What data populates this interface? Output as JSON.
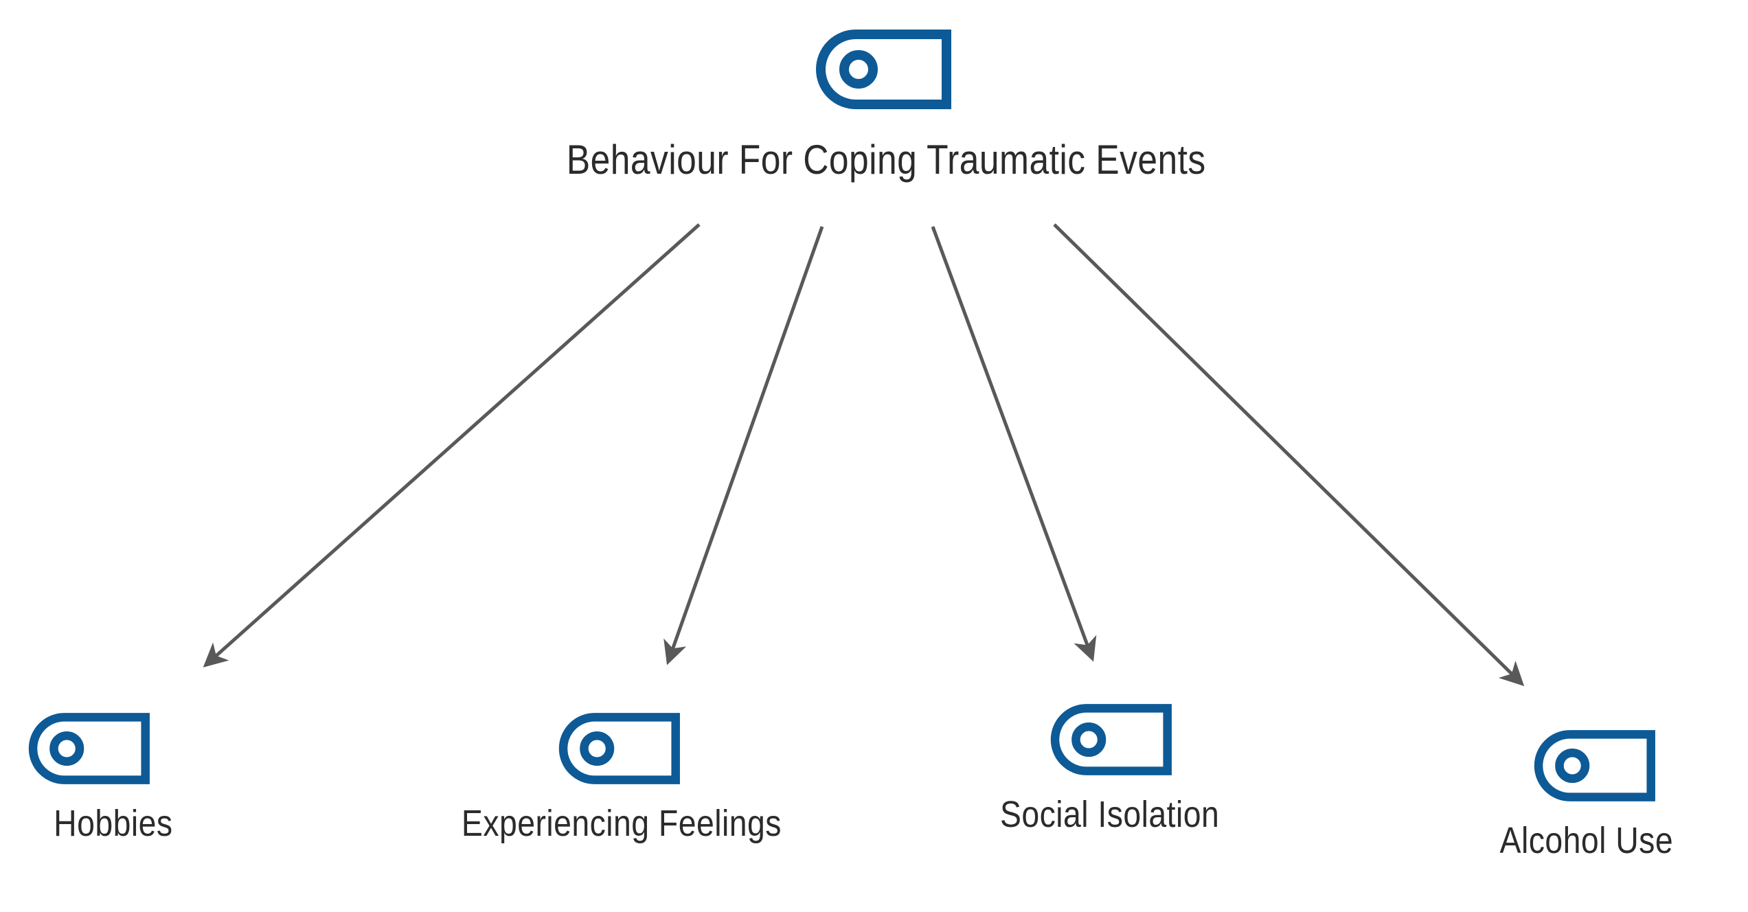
{
  "diagram": {
    "type": "hierarchy-tree",
    "background_color": "#ffffff",
    "accent_color": "#0d5a96",
    "text_color": "#2b2b2b",
    "edge_color": "#595959",
    "root": {
      "label": "Behaviour For Coping Traumatic Events",
      "icon": "tag-icon"
    },
    "children": [
      {
        "label": "Hobbies",
        "icon": "tag-icon"
      },
      {
        "label": "Experiencing Feelings",
        "icon": "tag-icon"
      },
      {
        "label": "Social Isolation",
        "icon": "tag-icon"
      },
      {
        "label": "Alcohol Use",
        "icon": "tag-icon"
      }
    ],
    "edges": [
      {
        "from": "Behaviour For Coping Traumatic Events",
        "to": "Hobbies"
      },
      {
        "from": "Behaviour For Coping Traumatic Events",
        "to": "Experiencing Feelings"
      },
      {
        "from": "Behaviour For Coping Traumatic Events",
        "to": "Social Isolation"
      },
      {
        "from": "Behaviour For Coping Traumatic Events",
        "to": "Alcohol Use"
      }
    ]
  }
}
